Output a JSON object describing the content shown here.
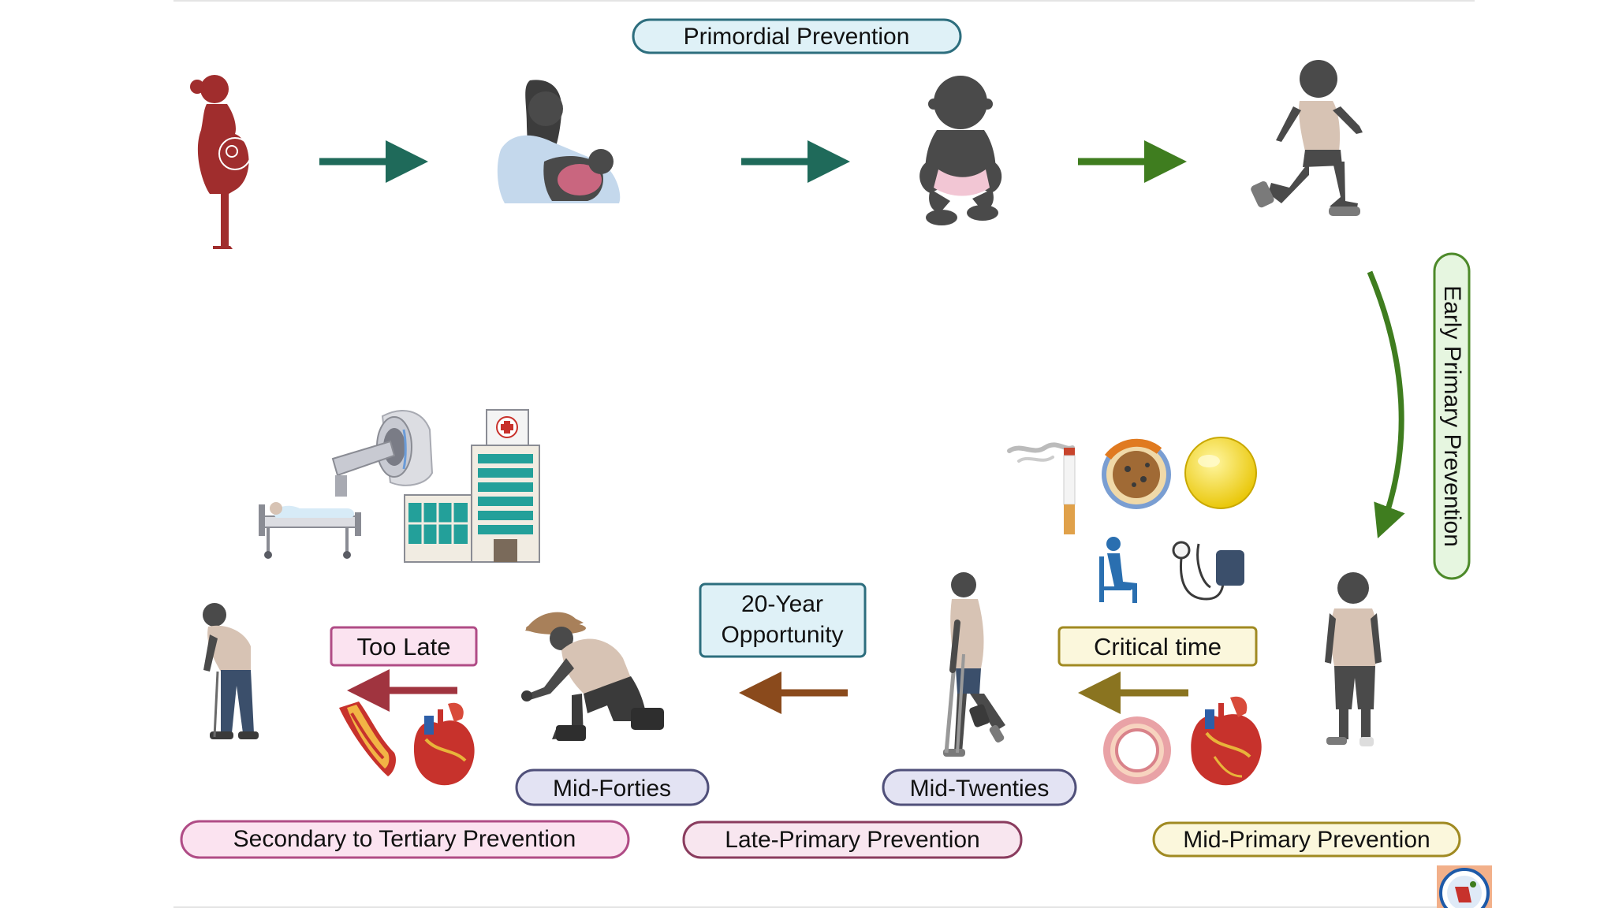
{
  "stages": {
    "primordial": "Primordial Prevention",
    "early_primary": "Early Primary Prevention",
    "mid_primary": "Mid-Primary Prevention",
    "late_primary": "Late-Primary Prevention",
    "secondary_tertiary": "Secondary to Tertiary Prevention"
  },
  "labels": {
    "critical_time": "Critical time",
    "opportunity_line1": "20-Year",
    "opportunity_line2": "Opportunity",
    "too_late": "Too Late",
    "mid_twenties": "Mid-Twenties",
    "mid_forties": "Mid-Forties"
  },
  "colors": {
    "primordial_fill": "#dff1f7",
    "primordial_border": "#2d6e7e",
    "early_fill": "#e6f6e0",
    "early_border": "#4d8a2a",
    "mid_fill": "#fbf7dc",
    "mid_border": "#a08a22",
    "late_fill": "#f8e6ef",
    "late_border": "#8a3c5e",
    "secondary_fill": "#fbe3f0",
    "secondary_border": "#b04c86",
    "age_fill": "#e3e3f3",
    "age_border": "#50507a",
    "teal_arrow": "#1f6a5a",
    "green_arrow": "#3f7d1f",
    "olive_arrow": "#8a7420",
    "brown_arrow": "#8a4a1c",
    "red_arrow": "#a0343f"
  },
  "icons": [
    "pregnant-woman-icon",
    "breastfeeding-mother-icon",
    "sitting-baby-icon",
    "running-child-icon",
    "standing-child-icon",
    "cigarette-icon",
    "lipoprotein-icon",
    "fat-droplet-icon",
    "sitting-person-icon",
    "blood-pressure-cuff-icon",
    "artery-ring-icon",
    "heart-icon",
    "young-adult-crutches-icon",
    "kneeling-farmer-icon",
    "hunched-elderly-icon",
    "blocked-artery-icon",
    "mri-scanner-icon",
    "hospital-bed-icon",
    "hospital-building-icon",
    "logo-badge-icon"
  ]
}
